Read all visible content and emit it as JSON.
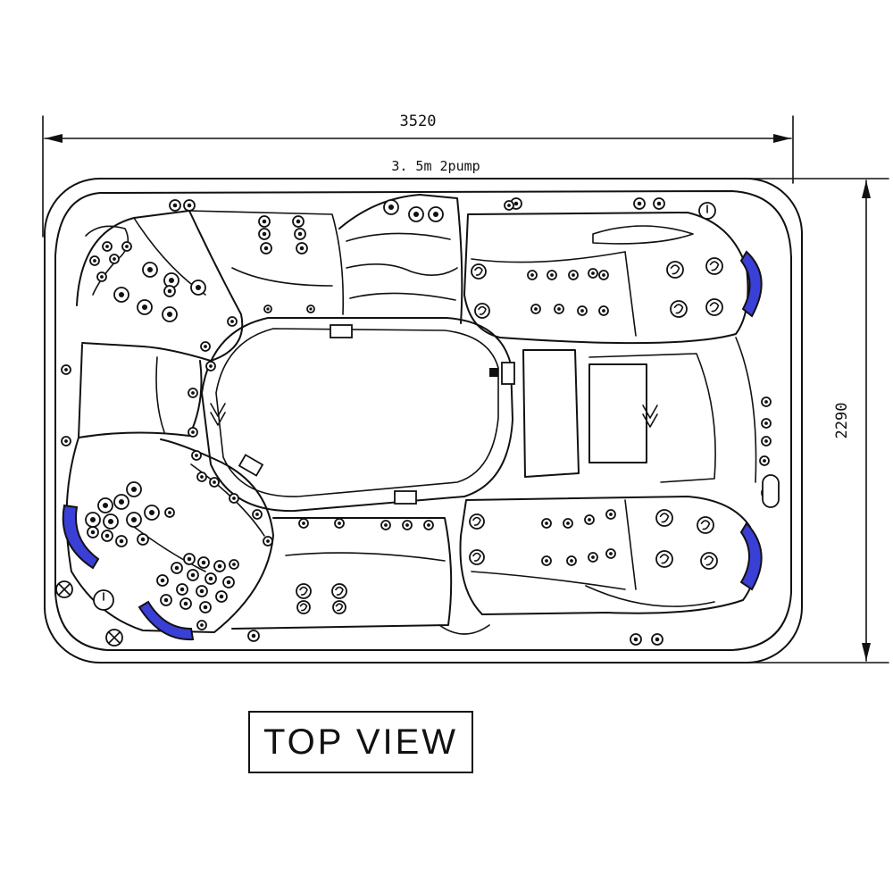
{
  "drawing": {
    "width_dimension": "3520",
    "height_dimension": "2290",
    "model_note": "3. 5m 2pump",
    "view_title": "TOP VIEW"
  },
  "colors": {
    "line": "#111111",
    "accent_headrest": "#3a3fd6",
    "background": "#ffffff"
  },
  "icons": {
    "jet": "jet-icon",
    "rotary_jet": "rotary-jet-icon",
    "valve": "valve-icon",
    "headrest_pillow": "headrest-pillow-icon",
    "drain": "drain-icon"
  }
}
